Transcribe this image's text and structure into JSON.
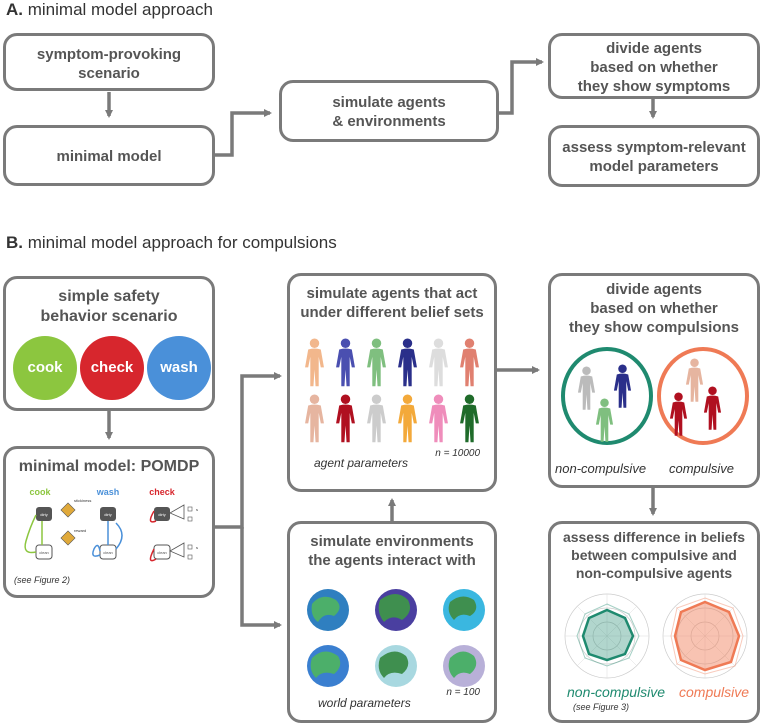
{
  "section_a": {
    "letter": "A.",
    "title": "minimal model approach",
    "boxes": {
      "scenario": [
        "symptom-provoking",
        "scenario"
      ],
      "model": [
        "minimal model"
      ],
      "simulate": [
        "simulate agents",
        "& environments"
      ],
      "divide": [
        "divide agents",
        "based on whether",
        "they show symptoms"
      ],
      "assess": [
        "assess symptom-relevant",
        "model parameters"
      ]
    }
  },
  "section_b": {
    "letter": "B.",
    "title": "minimal model approach for compulsions",
    "scenario_box": {
      "title": [
        "simple safety",
        "behavior scenario"
      ],
      "circles": [
        {
          "label": "cook",
          "color": "#8cc63f"
        },
        {
          "label": "check",
          "color": "#d7262d"
        },
        {
          "label": "wash",
          "color": "#4a90d9"
        }
      ]
    },
    "pomdp_box": {
      "title": "minimal model: POMDP",
      "columns": [
        {
          "label": "cook",
          "color": "#8cc63f"
        },
        {
          "label": "wash",
          "color": "#4a90d9"
        },
        {
          "label": "check",
          "color": "#d7262d"
        }
      ],
      "state_labels": {
        "dirty": "dirty",
        "clean": "clean"
      },
      "tiny_labels": {
        "stickiness": "stickiness",
        "reward": "reward",
        "s": "s"
      },
      "note": "(see Figure 2)"
    },
    "agents_box": {
      "title": [
        "simulate agents that act",
        "under different belief sets"
      ],
      "n_label": "n = 10000",
      "param_label": "agent parameters",
      "figure_colors": [
        "#f2b78c",
        "#4a4fb0",
        "#7fbf7f",
        "#2a2f8a",
        "#dddddd",
        "#e08070",
        "#e6b5a0",
        "#b01020",
        "#cccccc",
        "#f3a93a",
        "#ef8dbb",
        "#1f6b2a"
      ]
    },
    "env_box": {
      "title": [
        "simulate environments",
        "the agents interact with"
      ],
      "n_label": "n = 100",
      "param_label": "world parameters"
    },
    "divide_box": {
      "title": [
        "divide agents",
        "based on whether",
        "they show compulsions"
      ],
      "left_label": "non-compulsive",
      "right_label": "compulsive",
      "left_color": "#1f8a6f",
      "right_color": "#ef7a55"
    },
    "assess_box": {
      "title": [
        "assess difference in beliefs",
        "between compulsive and",
        "non-compulsive agents"
      ],
      "left_label": "non-compulsive",
      "right_label": "compulsive",
      "note": "(see Figure 3)",
      "left_color": "#1f8a6f",
      "right_color": "#ef7a55"
    }
  }
}
